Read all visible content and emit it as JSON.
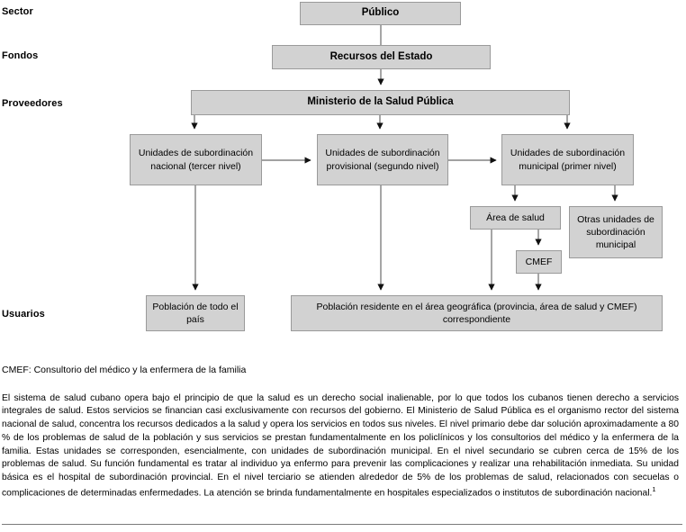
{
  "figure": {
    "row_labels": [
      {
        "id": "sector",
        "text": "Sector"
      },
      {
        "id": "fondos",
        "text": "Fondos"
      },
      {
        "id": "proveedores",
        "text": "Proveedores"
      },
      {
        "id": "usuarios",
        "text": "Usuarios"
      }
    ],
    "nodes": {
      "publico": "Público",
      "recursos": "Recursos del Estado",
      "ministerio": "Ministerio de la Salud Pública",
      "nacional": "Unidades de subordinación nacional (tercer nivel)",
      "provincial": "Unidades de subordinación provisional (segundo nivel)",
      "municipal": "Unidades de subordinación municipal (primer nivel)",
      "area_salud": "Área de salud",
      "otras": "Otras unidades de subordinación municipal",
      "cmef": "CMEF",
      "poblacion_pais": "Población de todo el país",
      "poblacion_area": "Población residente en el área geográfica (provincia, área de salud y CMEF) correspondiente"
    },
    "colors": {
      "node_fill": "#d2d2d2",
      "node_border": "#9a9a9a",
      "edge": "#5b5b5b",
      "text": "#000000",
      "rule": "#7a7a7a"
    }
  },
  "legend": "CMEF: Consultorio del médico y la enfermera de la familia",
  "paragraph": "El sistema de salud cubano opera bajo el principio de que la salud es un derecho social inalienable, por lo que todos los cubanos tienen derecho a servicios integrales de salud. Estos servicios se financian casi exclusivamente con recursos del gobierno. El Ministerio de Salud Pública es el organismo rector del sistema nacional de salud, concentra los recursos dedicados a la salud y opera los servicios en todos sus niveles. El nivel primario debe dar solución aproximadamente a 80 % de los problemas de salud de la población y sus servicios se prestan fundamentalmente en los policlínicos y los consultorios del médico y la enfermera de la familia. Estas unidades se corresponden, esencialmente, con unidades de subordinación municipal. En el nivel secundario se cubren cerca de 15% de los problemas de salud. Su función fundamental es tratar al individuo ya enfermo para prevenir las complicaciones y realizar una rehabilitación inmediata. Su unidad básica es el hospital de subordinación provincial. En el nivel terciario se atienden alrededor de 5% de los problemas de salud, relacionados con secuelas o complicaciones de determinadas enfermedades. La atención se brinda fundamentalmente en hospitales especializados o institutos de subordinación nacional.",
  "paragraph_footnote_marker": "1"
}
